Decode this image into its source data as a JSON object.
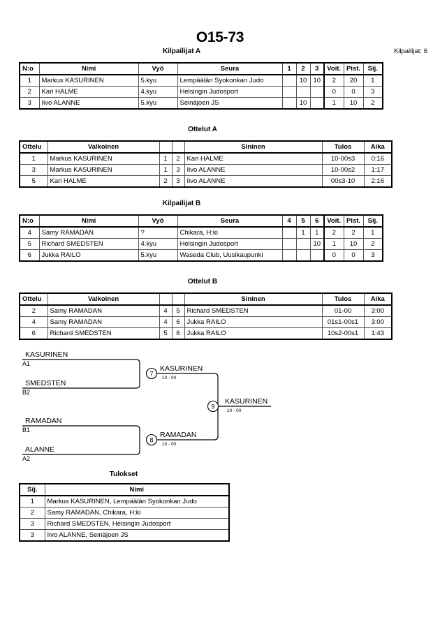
{
  "document": {
    "title": "O15-73",
    "entrants_label": "Kilpailijat: 6"
  },
  "pool_a": {
    "caption": "Kilpailijat A",
    "headers": {
      "no": "N:o",
      "name": "Nimi",
      "belt": "Vyö",
      "club": "Seura",
      "m1": "1",
      "m2": "2",
      "m3": "3",
      "wins": "Voit.",
      "points": "Pist.",
      "rank": "Sij."
    },
    "rows": [
      {
        "no": "1",
        "name": "Markus KASURINEN",
        "belt": "5.kyu",
        "club": "Lempäälän Syokonkan Judo",
        "m1": "",
        "m2": "10",
        "m3": "10",
        "wins": "2",
        "points": "20",
        "rank": "1"
      },
      {
        "no": "2",
        "name": "Kari HALME",
        "belt": "4.kyu",
        "club": "Helsingin Judosport",
        "m1": "",
        "m2": "",
        "m3": "",
        "wins": "0",
        "points": "0",
        "rank": "3"
      },
      {
        "no": "3",
        "name": "Iivo ALANNE",
        "belt": "5.kyu",
        "club": "Seinäjoen JS",
        "m1": "",
        "m2": "10",
        "m3": "",
        "wins": "1",
        "points": "10",
        "rank": "2"
      }
    ]
  },
  "matches_a": {
    "caption": "Ottelut A",
    "headers": {
      "match": "Ottelu",
      "white": "Valkoinen",
      "wnum": "",
      "bnum": "",
      "blue": "Sininen",
      "result": "Tulos",
      "time": "Aika"
    },
    "rows": [
      {
        "match": "1",
        "white": "Markus KASURINEN",
        "wnum": "1",
        "bnum": "2",
        "blue": "Kari HALME",
        "result": "10-00s3",
        "time": "0:16"
      },
      {
        "match": "3",
        "white": "Markus KASURINEN",
        "wnum": "1",
        "bnum": "3",
        "blue": "Iivo ALANNE",
        "result": "10-00s2",
        "time": "1:17"
      },
      {
        "match": "5",
        "white": "Kari HALME",
        "wnum": "2",
        "bnum": "3",
        "blue": "Iivo ALANNE",
        "result": "00s3-10",
        "time": "2:16"
      }
    ]
  },
  "pool_b": {
    "caption": "Kilpailijat B",
    "headers": {
      "no": "N:o",
      "name": "Nimi",
      "belt": "Vyö",
      "club": "Seura",
      "m1": "4",
      "m2": "5",
      "m3": "6",
      "wins": "Voit.",
      "points": "Pist.",
      "rank": "Sij."
    },
    "rows": [
      {
        "no": "4",
        "name": "Samy RAMADAN",
        "belt": "?",
        "club": "Chikara, H;ki",
        "m1": "",
        "m2": "1",
        "m3": "1",
        "wins": "2",
        "points": "2",
        "rank": "1"
      },
      {
        "no": "5",
        "name": "Richard SMEDSTEN",
        "belt": "4.kyu",
        "club": "Helsingin Judosport",
        "m1": "",
        "m2": "",
        "m3": "10",
        "wins": "1",
        "points": "10",
        "rank": "2"
      },
      {
        "no": "6",
        "name": "Jukka RAILO",
        "belt": "5.kyu",
        "club": "Waseda Club, Uusikaupunki",
        "m1": "",
        "m2": "",
        "m3": "",
        "wins": "0",
        "points": "0",
        "rank": "3"
      }
    ]
  },
  "matches_b": {
    "caption": "Ottelut B",
    "headers": {
      "match": "Ottelu",
      "white": "Valkoinen",
      "wnum": "",
      "bnum": "",
      "blue": "Sininen",
      "result": "Tulos",
      "time": "Aika"
    },
    "rows": [
      {
        "match": "2",
        "white": "Samy RAMADAN",
        "wnum": "4",
        "bnum": "5",
        "blue": "Richard SMEDSTEN",
        "result": "01-00",
        "time": "3:00"
      },
      {
        "match": "4",
        "white": "Samy RAMADAN",
        "wnum": "4",
        "bnum": "6",
        "blue": "Jukka RAILO",
        "result": "01s1-00s1",
        "time": "3:00"
      },
      {
        "match": "6",
        "white": "Richard SMEDSTEN",
        "wnum": "5",
        "bnum": "6",
        "blue": "Jukka RAILO",
        "result": "10s2-00s1",
        "time": "1:43"
      }
    ]
  },
  "bracket": {
    "entries": [
      {
        "name": "KASURINEN",
        "seed": "A1"
      },
      {
        "name": "SMEDSTEN",
        "seed": "B2"
      },
      {
        "name": "RAMADAN",
        "seed": "B1"
      },
      {
        "name": "ALANNE",
        "seed": "A2"
      }
    ],
    "semi_top": {
      "number": "7",
      "winner": "KASURINEN",
      "score": "10 - 00"
    },
    "semi_bottom": {
      "number": "8",
      "winner": "RAMADAN",
      "score": "10 - 00"
    },
    "final": {
      "number": "9",
      "winner": "KASURINEN",
      "score": "10 - 00"
    }
  },
  "results": {
    "caption": "Tulokset",
    "headers": {
      "rank": "Sij.",
      "name": "Nimi"
    },
    "rows": [
      {
        "rank": "1",
        "name": "Markus KASURINEN, Lempäälän Syokonkan Judo"
      },
      {
        "rank": "2",
        "name": "Samy RAMADAN, Chikara, H;ki"
      },
      {
        "rank": "3",
        "name": "Richard SMEDSTEN, Helsingin Judosport"
      },
      {
        "rank": "3",
        "name": "Iivo ALANNE, Seinäjoen JS"
      }
    ]
  }
}
